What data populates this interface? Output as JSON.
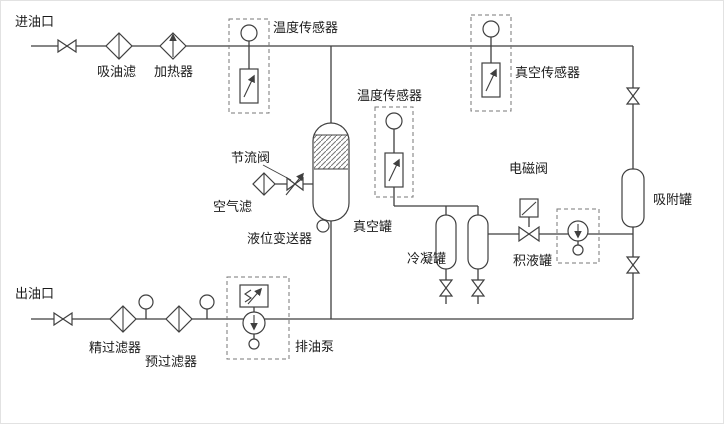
{
  "labels": {
    "oil_inlet": "进油口",
    "suction_filter": "吸油滤",
    "heater": "加热器",
    "temp_sensor_top": "温度传感器",
    "vacuum_sensor": "真空传感器",
    "throttle_valve": "节流阀",
    "air_filter": "空气滤",
    "temp_sensor_mid": "温度传感器",
    "vacuum_tank": "真空罐",
    "level_transmitter": "液位变送器",
    "condensing_tank": "冷凝罐",
    "solenoid_valve": "电磁阀",
    "accumulator_tank": "积液罐",
    "adsorption_tank": "吸附罐",
    "oil_outlet": "出油口",
    "fine_filter": "精过滤器",
    "pre_filter": "预过滤器",
    "drain_pump": "排油泵"
  },
  "colors": {
    "line": "#3f3f3f",
    "label_text": "#1b1b1b",
    "dashed_box": "#777777",
    "background": "#ffffff"
  }
}
